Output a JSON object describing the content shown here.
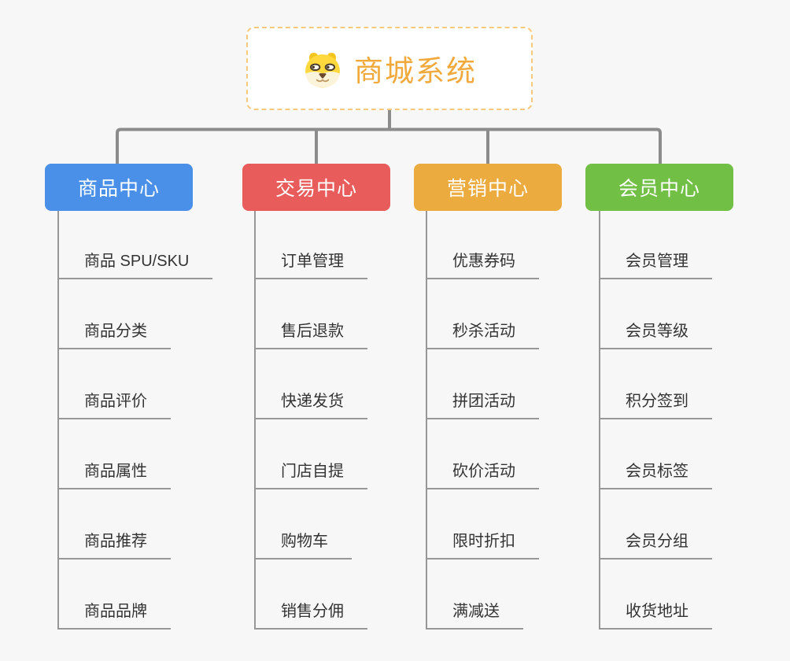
{
  "page": {
    "background": "#F7F7F7",
    "line_color": "#8C8C8C",
    "underline_color": "#979797"
  },
  "root": {
    "title": "商城系统",
    "icon": "dog-face-icon",
    "accent_color": "#F1A93C",
    "border_color": "#F6C97E"
  },
  "branches": [
    {
      "label": "商品中心",
      "color": "#4A90E8",
      "children": [
        "商品 SPU/SKU",
        "商品分类",
        "商品评价",
        "商品属性",
        "商品推荐",
        "商品品牌"
      ]
    },
    {
      "label": "交易中心",
      "color": "#E85C5C",
      "children": [
        "订单管理",
        "售后退款",
        "快递发货",
        "门店自提",
        "购物车",
        "销售分佣"
      ]
    },
    {
      "label": "营销中心",
      "color": "#EBAB3E",
      "children": [
        "优惠券码",
        "秒杀活动",
        "拼团活动",
        "砍价活动",
        "限时折扣",
        "满减送"
      ]
    },
    {
      "label": "会员中心",
      "color": "#71BF45",
      "children": [
        "会员管理",
        "会员等级",
        "积分签到",
        "会员标签",
        "会员分组",
        "收货地址"
      ]
    }
  ]
}
